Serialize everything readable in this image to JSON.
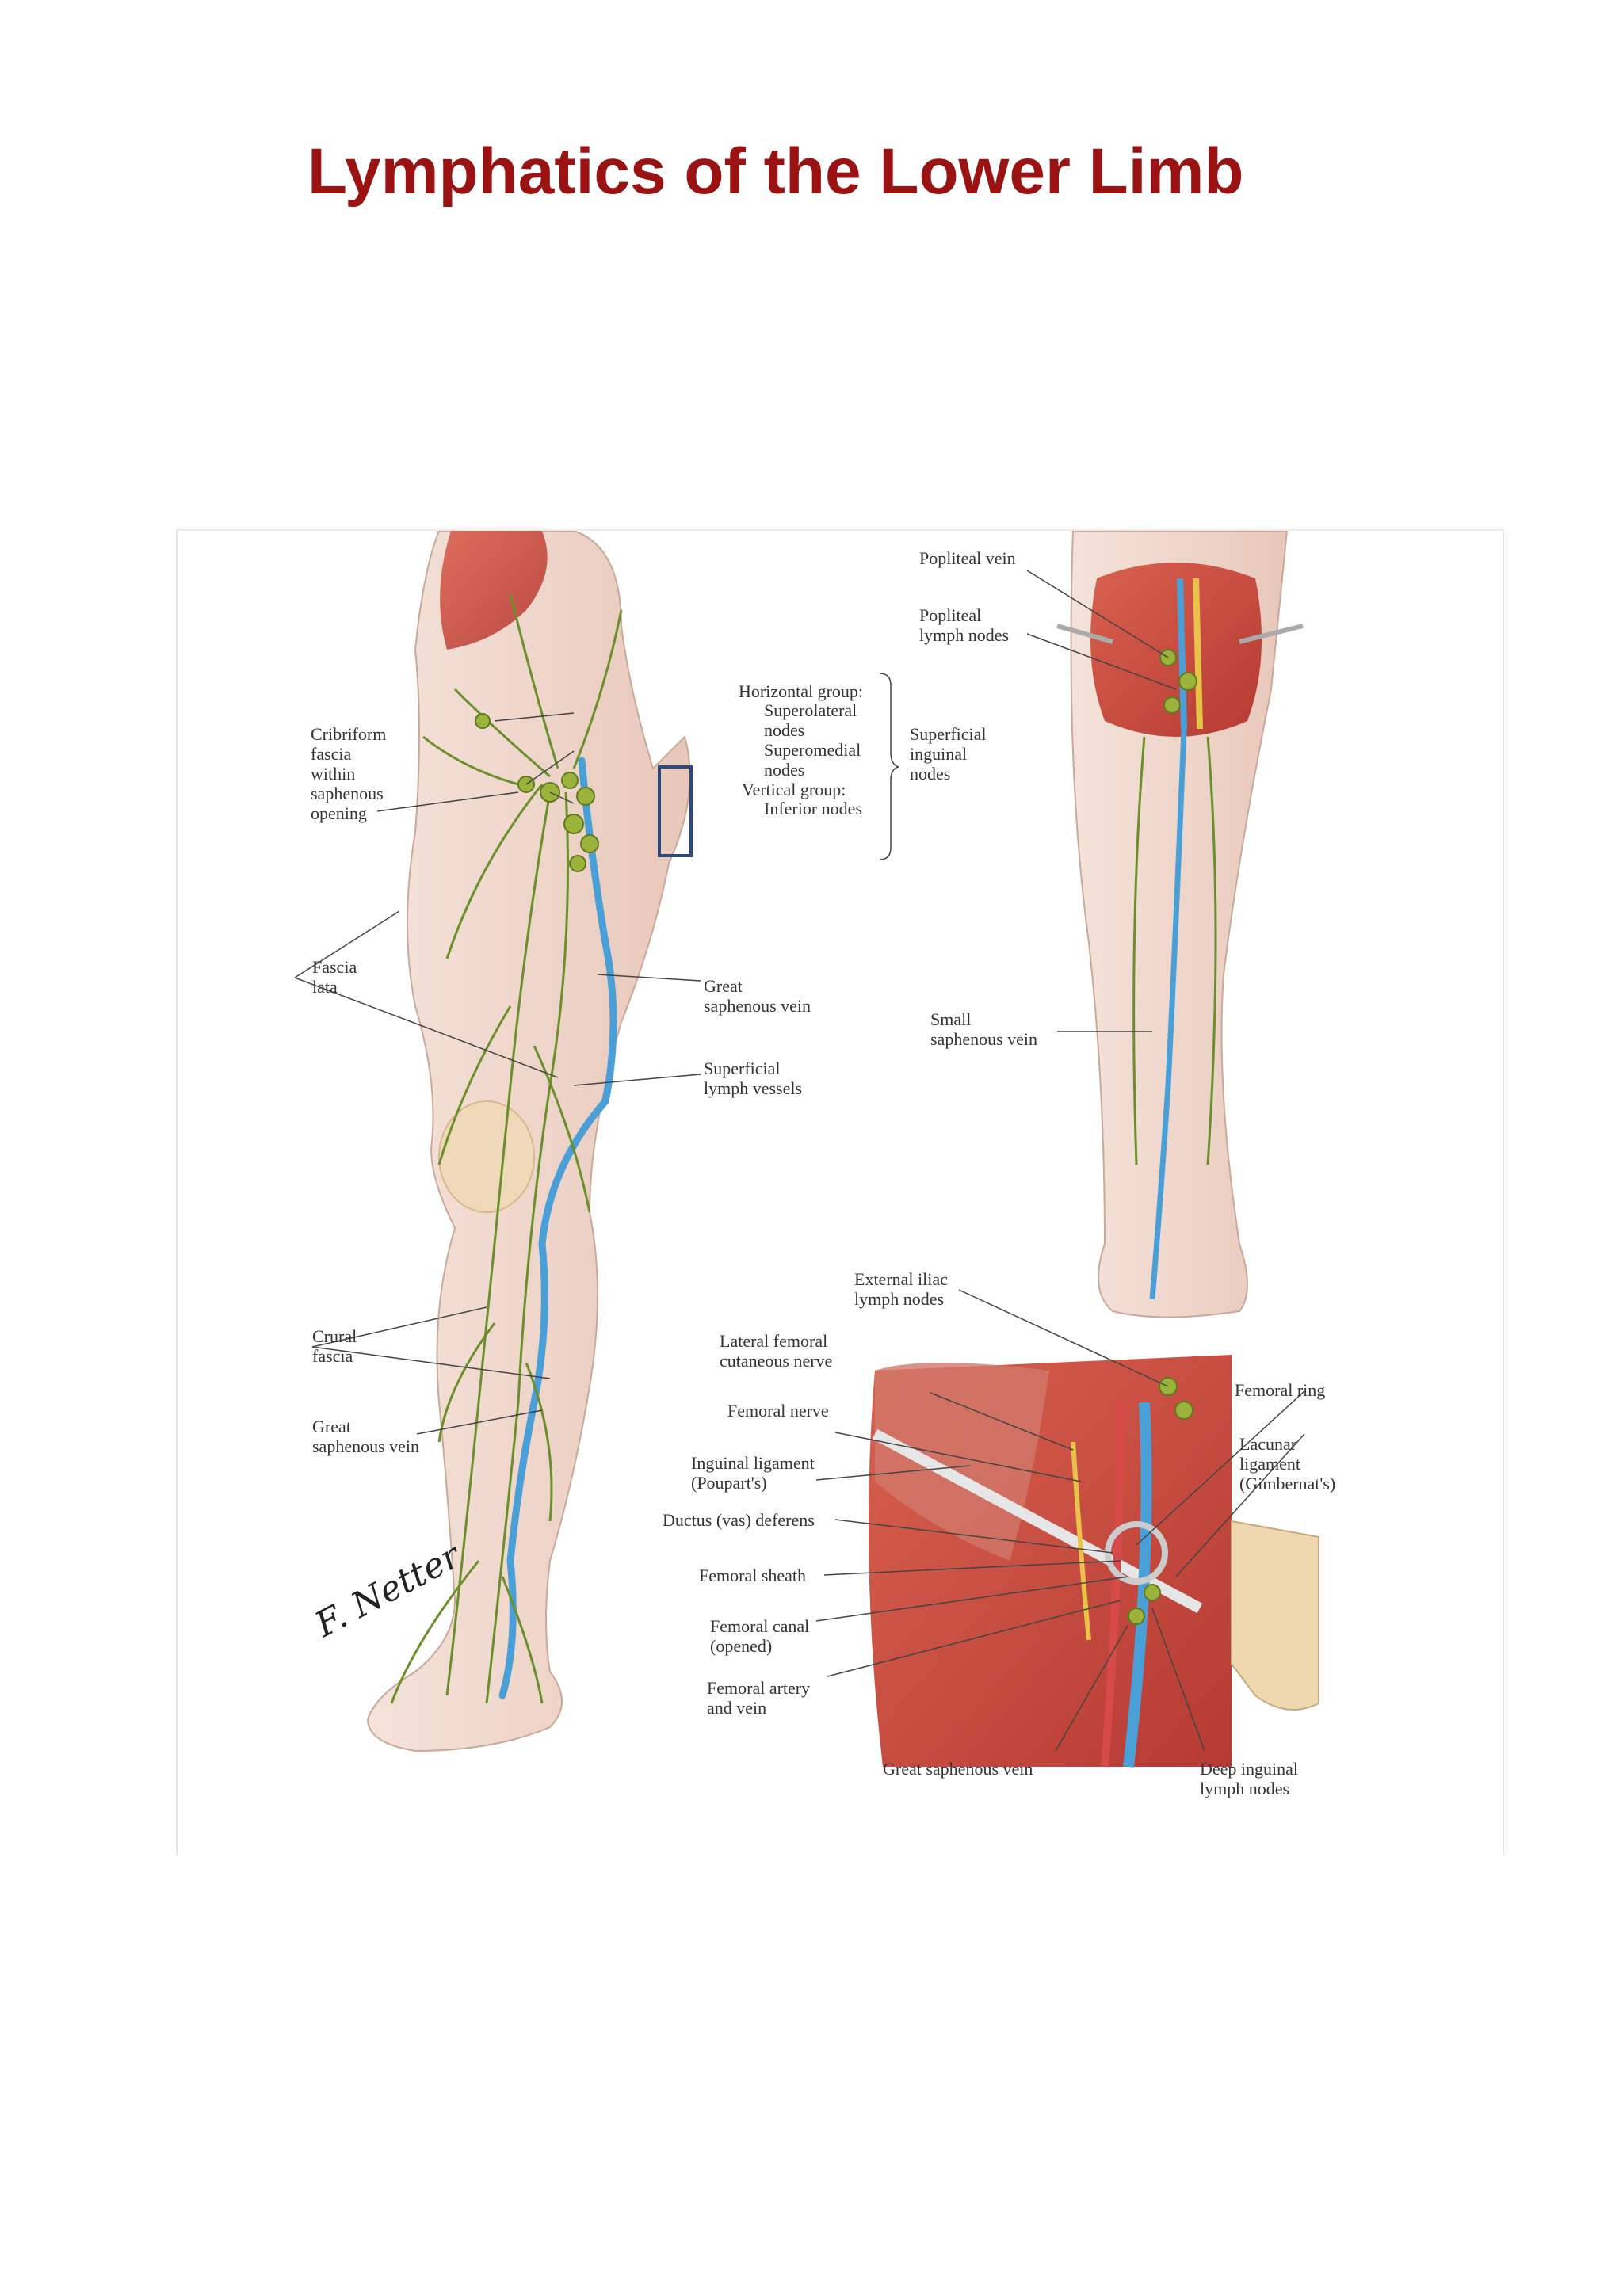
{
  "title": "Lymphatics of the Lower Limb",
  "colors": {
    "title": "#9b1212",
    "vein": "#4a9fd6",
    "lymph": "#6b8f2a",
    "muscle": "#c0443a",
    "skin": "#f1dcd2"
  },
  "labels": {
    "cribriform": "Cribriform\nfascia\nwithin\nsaphenous\nopening",
    "horizontal_group": "Horizontal group:",
    "superolateral": "Superolateral\nnodes",
    "superomedial": "Superomedial\nnodes",
    "vertical_group": "Vertical group:",
    "inferior_nodes": "Inferior nodes",
    "superficial_inguinal": "Superficial\ninguinal\nnodes",
    "fascia_lata": "Fascia\nlata",
    "great_saphenous_vein_1": "Great\nsaphenous vein",
    "superficial_lymph_vessels": "Superficial\nlymph vessels",
    "crural_fascia": "Crural\nfascia",
    "great_saphenous_vein_2": "Great\nsaphenous vein",
    "popliteal_vein": "Popliteal vein",
    "popliteal_nodes": "Popliteal\nlymph nodes",
    "small_saphenous": "Small\nsaphenous vein",
    "external_iliac": "External iliac\nlymph nodes",
    "lateral_femoral": "Lateral femoral\ncutaneous nerve",
    "femoral_nerve": "Femoral nerve",
    "inguinal_ligament": "Inguinal ligament\n(Poupart's)",
    "ductus": "Ductus (vas) deferens",
    "femoral_sheath": "Femoral sheath",
    "femoral_canal": "Femoral canal\n(opened)",
    "femoral_artery_vein": "Femoral artery\nand vein",
    "great_saphenous_vein_3": "Great saphenous vein",
    "femoral_ring": "Femoral ring",
    "lacunar": "Lacunar\nligament\n(Gimbernat's)",
    "deep_inguinal": "Deep inguinal\nlymph nodes"
  },
  "signature": "F. Netter"
}
